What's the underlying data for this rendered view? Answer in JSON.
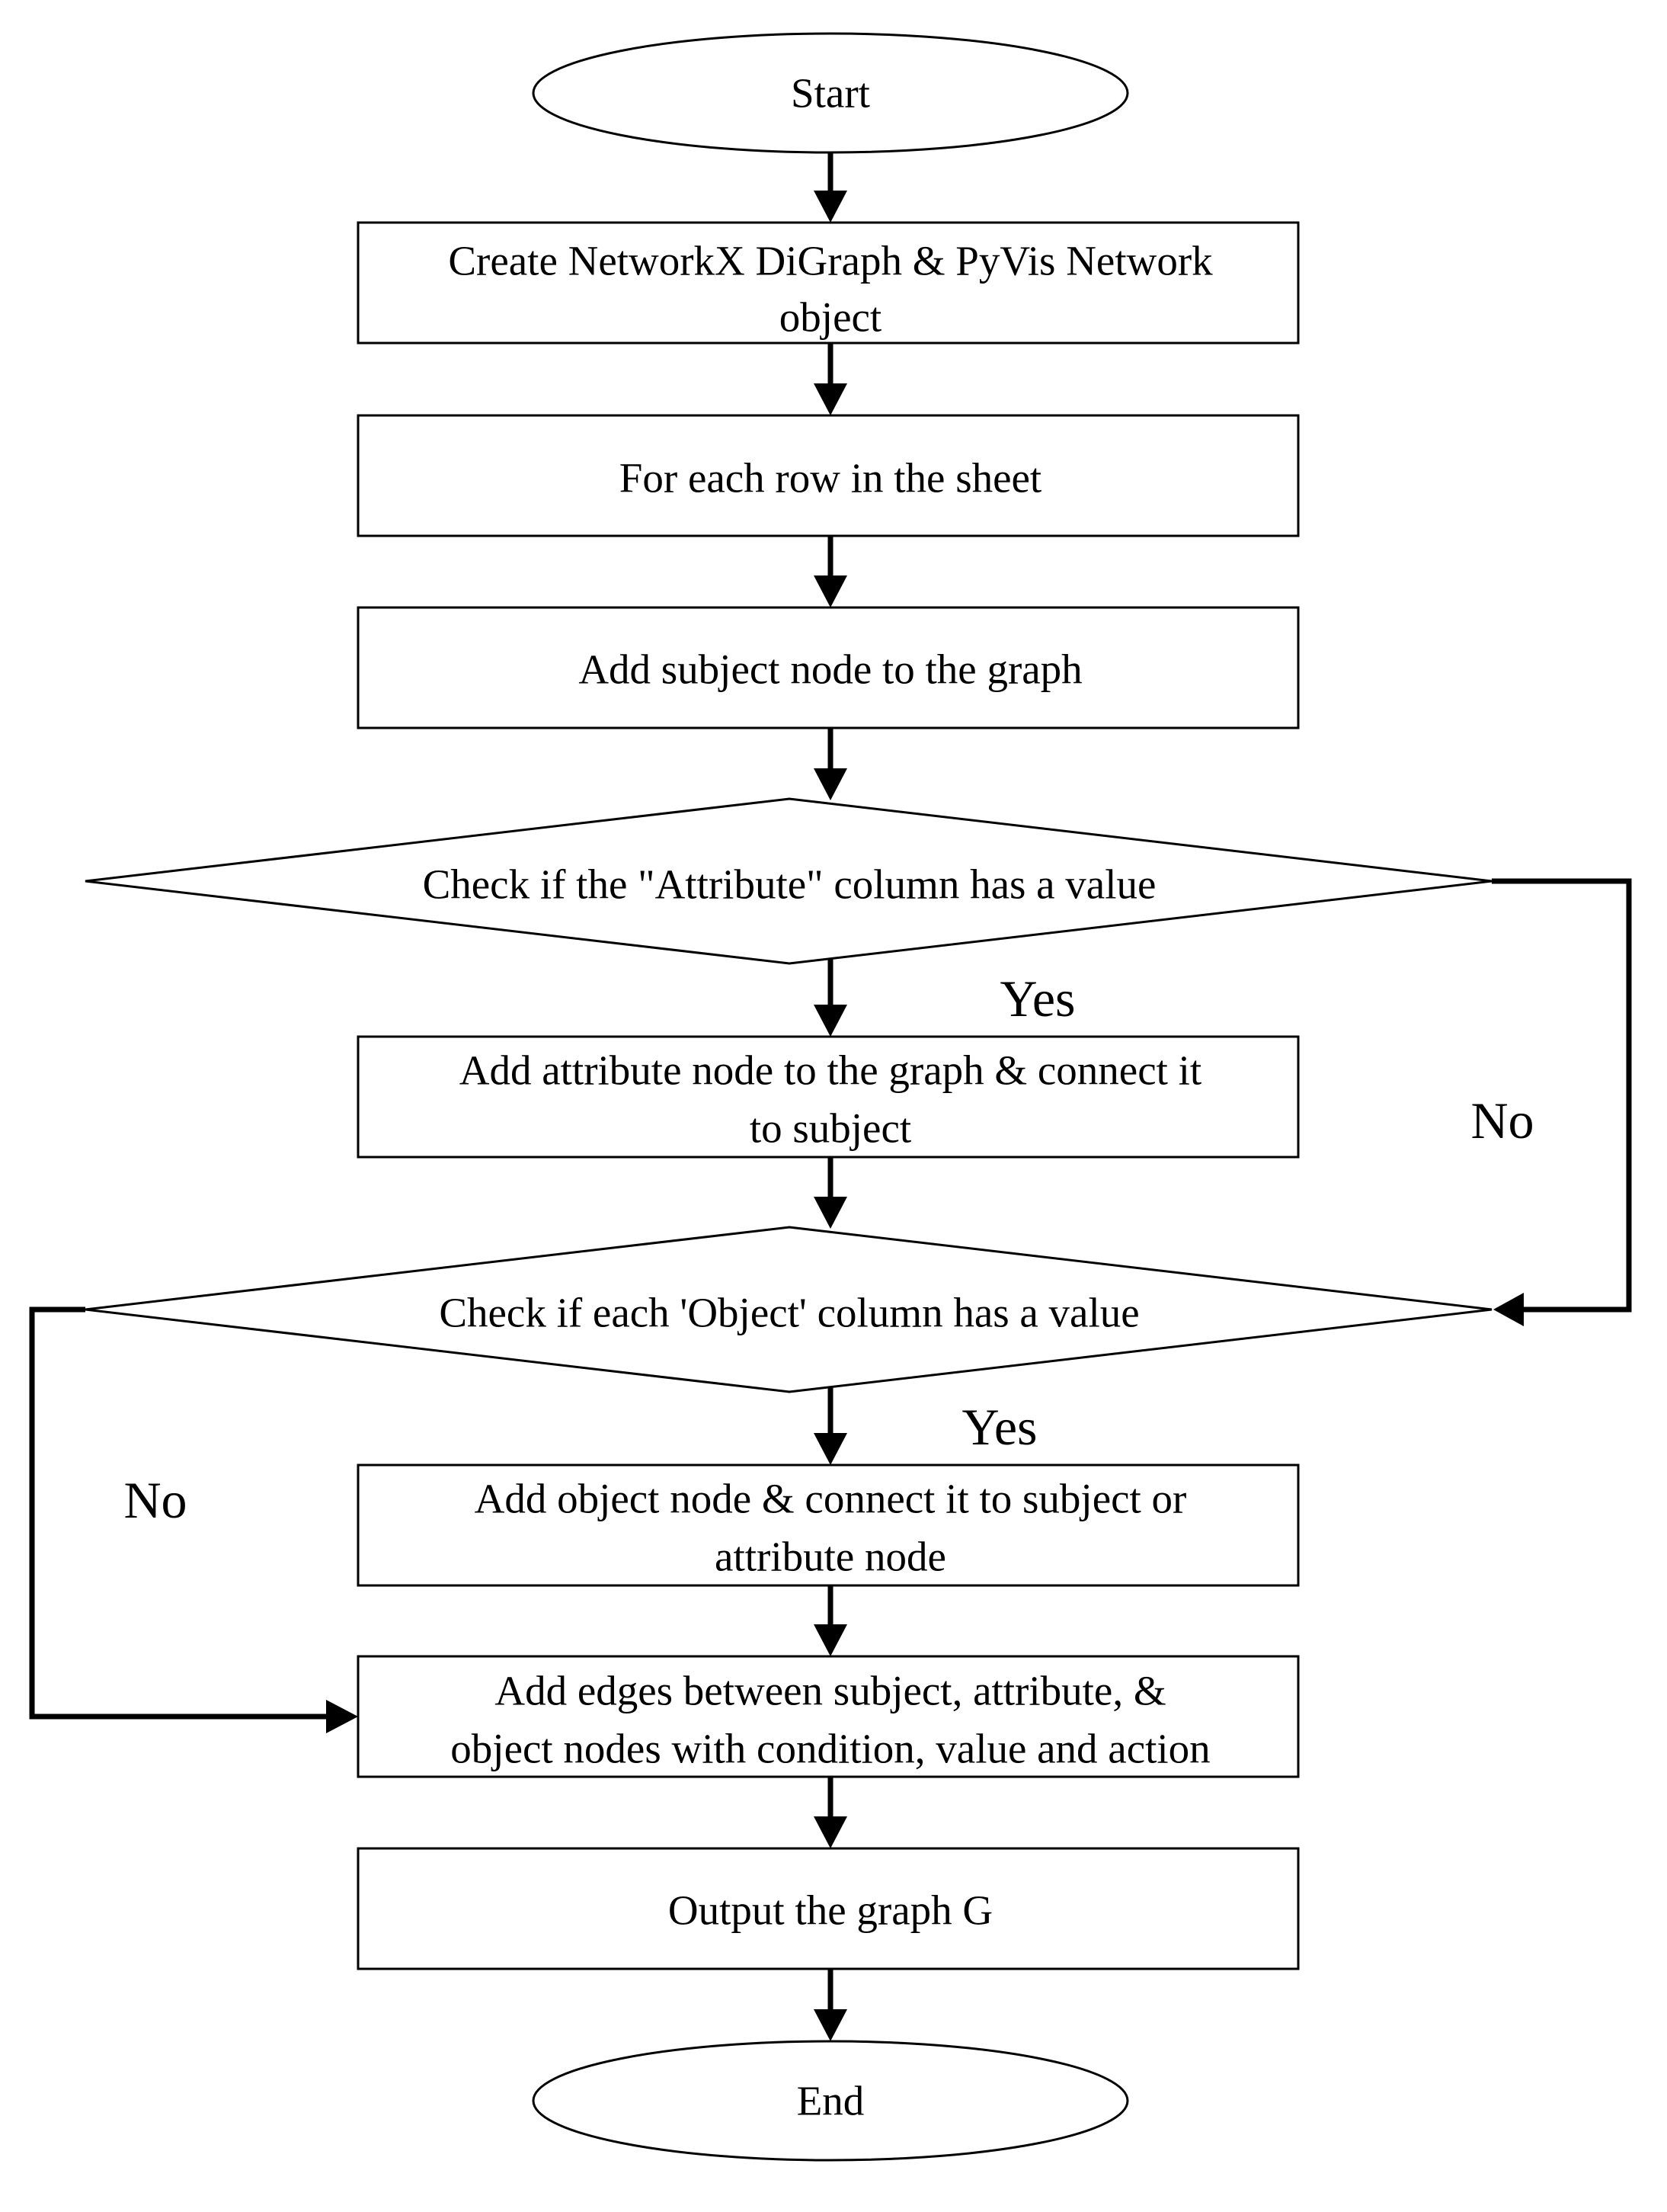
{
  "nodes": {
    "start": "Start",
    "create_graph": [
      "Create NetworkX DiGraph & PyVis Network",
      "object"
    ],
    "for_each_row": "For each row in the sheet",
    "add_subject": "Add subject node to the graph",
    "check_attribute": "Check if the \"Attribute\" column has a value",
    "add_attribute": [
      "Add attribute node to the graph & connect it",
      "to subject"
    ],
    "check_object": "Check if each 'Object' column has a value",
    "add_object": [
      "Add object node & connect it to subject or",
      "attribute node"
    ],
    "add_edges": [
      "Add edges between subject, attribute, &",
      "object nodes with condition, value and action"
    ],
    "output_graph": "Output the graph G",
    "end": "End"
  },
  "branches": {
    "attribute_yes": "Yes",
    "attribute_no": "No",
    "object_yes": "Yes",
    "object_no": "No"
  }
}
